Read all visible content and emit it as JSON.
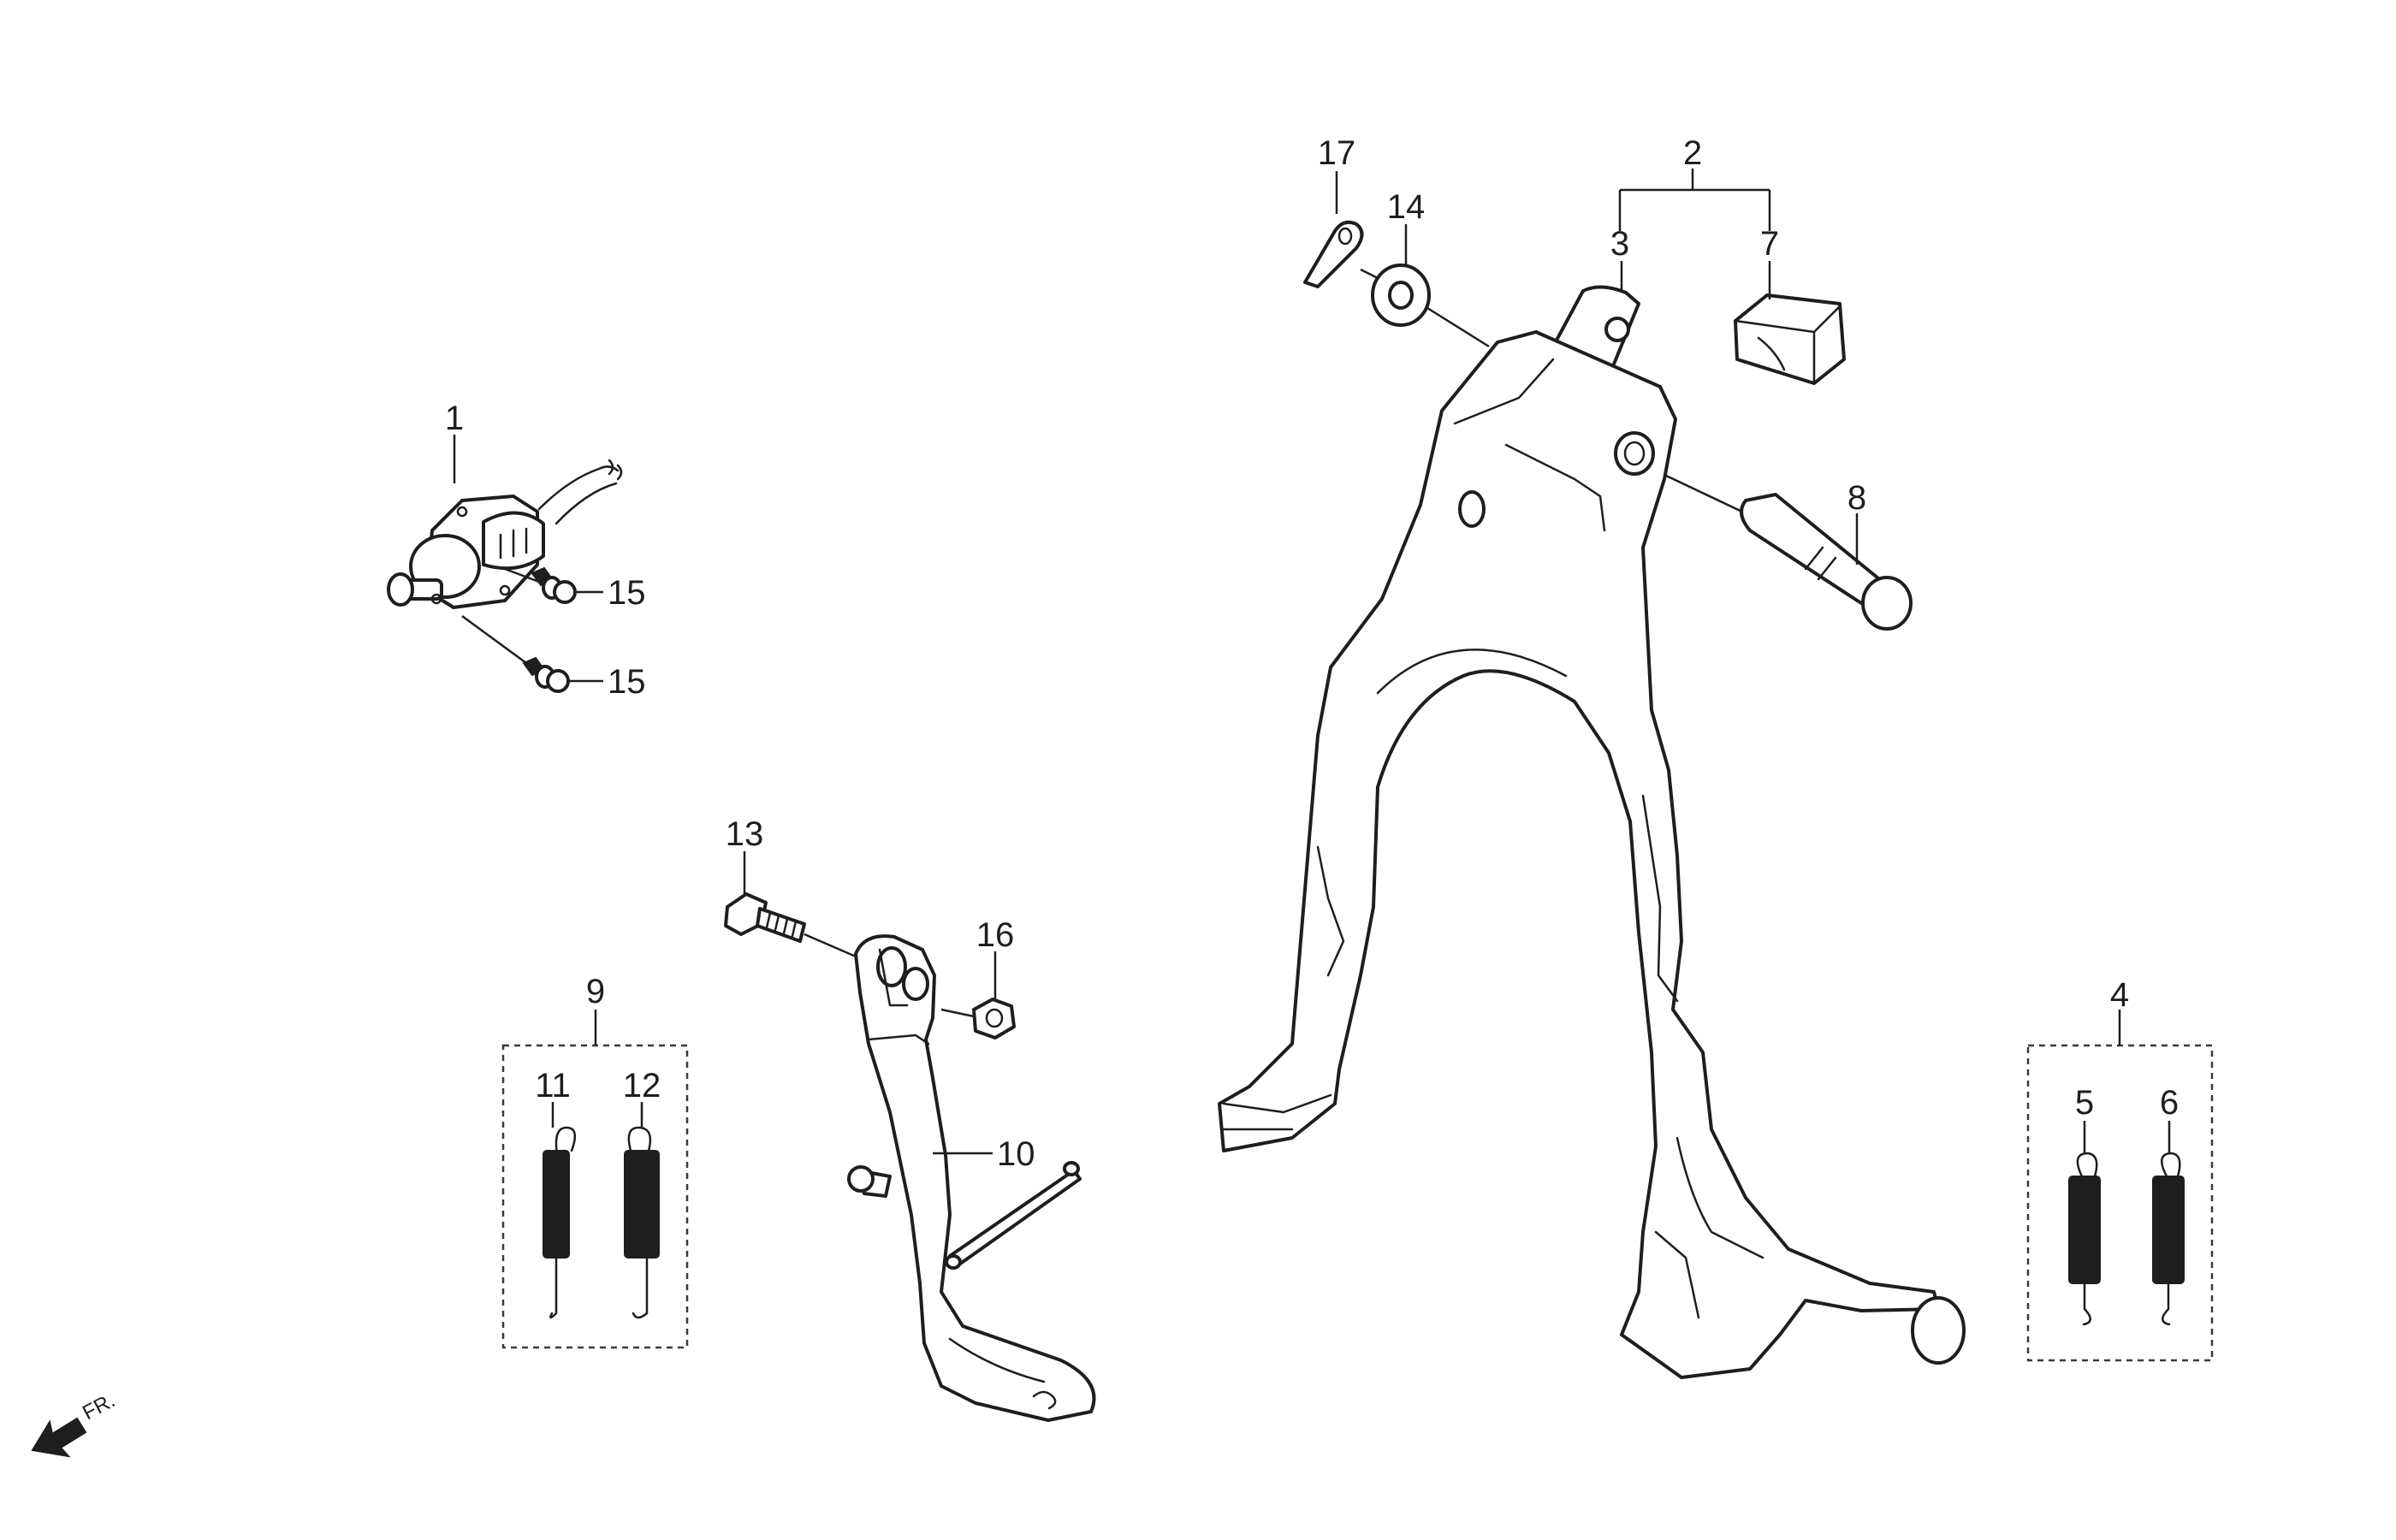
{
  "callouts": {
    "p1": "1",
    "p2": "2",
    "p3": "3",
    "p4": "4",
    "p5": "5",
    "p6": "6",
    "p7": "7",
    "p8": "8",
    "p9": "9",
    "p10": "10",
    "p11": "11",
    "p12": "12",
    "p13": "13",
    "p14": "14",
    "p15a": "15",
    "p15b": "15",
    "p16": "16",
    "p17": "17"
  },
  "direction": {
    "label": "FR."
  }
}
